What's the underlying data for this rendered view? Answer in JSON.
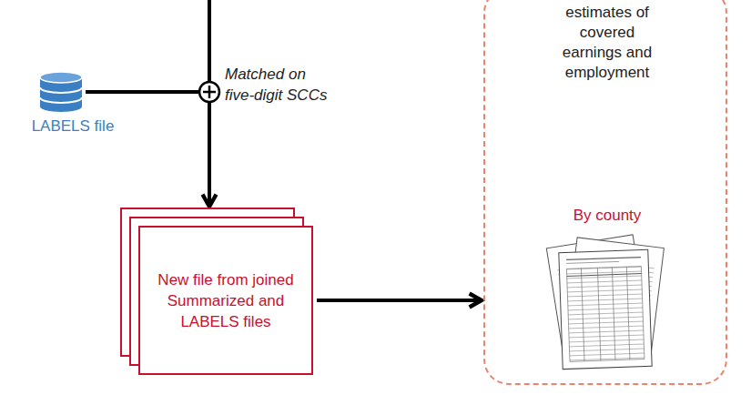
{
  "diagram": {
    "nodes": [
      {
        "text": [
          "LABELS file"
        ]
      },
      {
        "text": [
          "New file from joined Summarized and LABELS files"
        ]
      },
      {
        "text": [
          "estimates of covered earnings and employment",
          "By county"
        ]
      }
    ],
    "edges": [
      {
        "from": 0,
        "to": 1,
        "arrow": "to",
        "label": "Matched on five-digit SCCs"
      },
      {
        "from": 1,
        "to": 2,
        "arrow": "to"
      }
    ]
  }
}
